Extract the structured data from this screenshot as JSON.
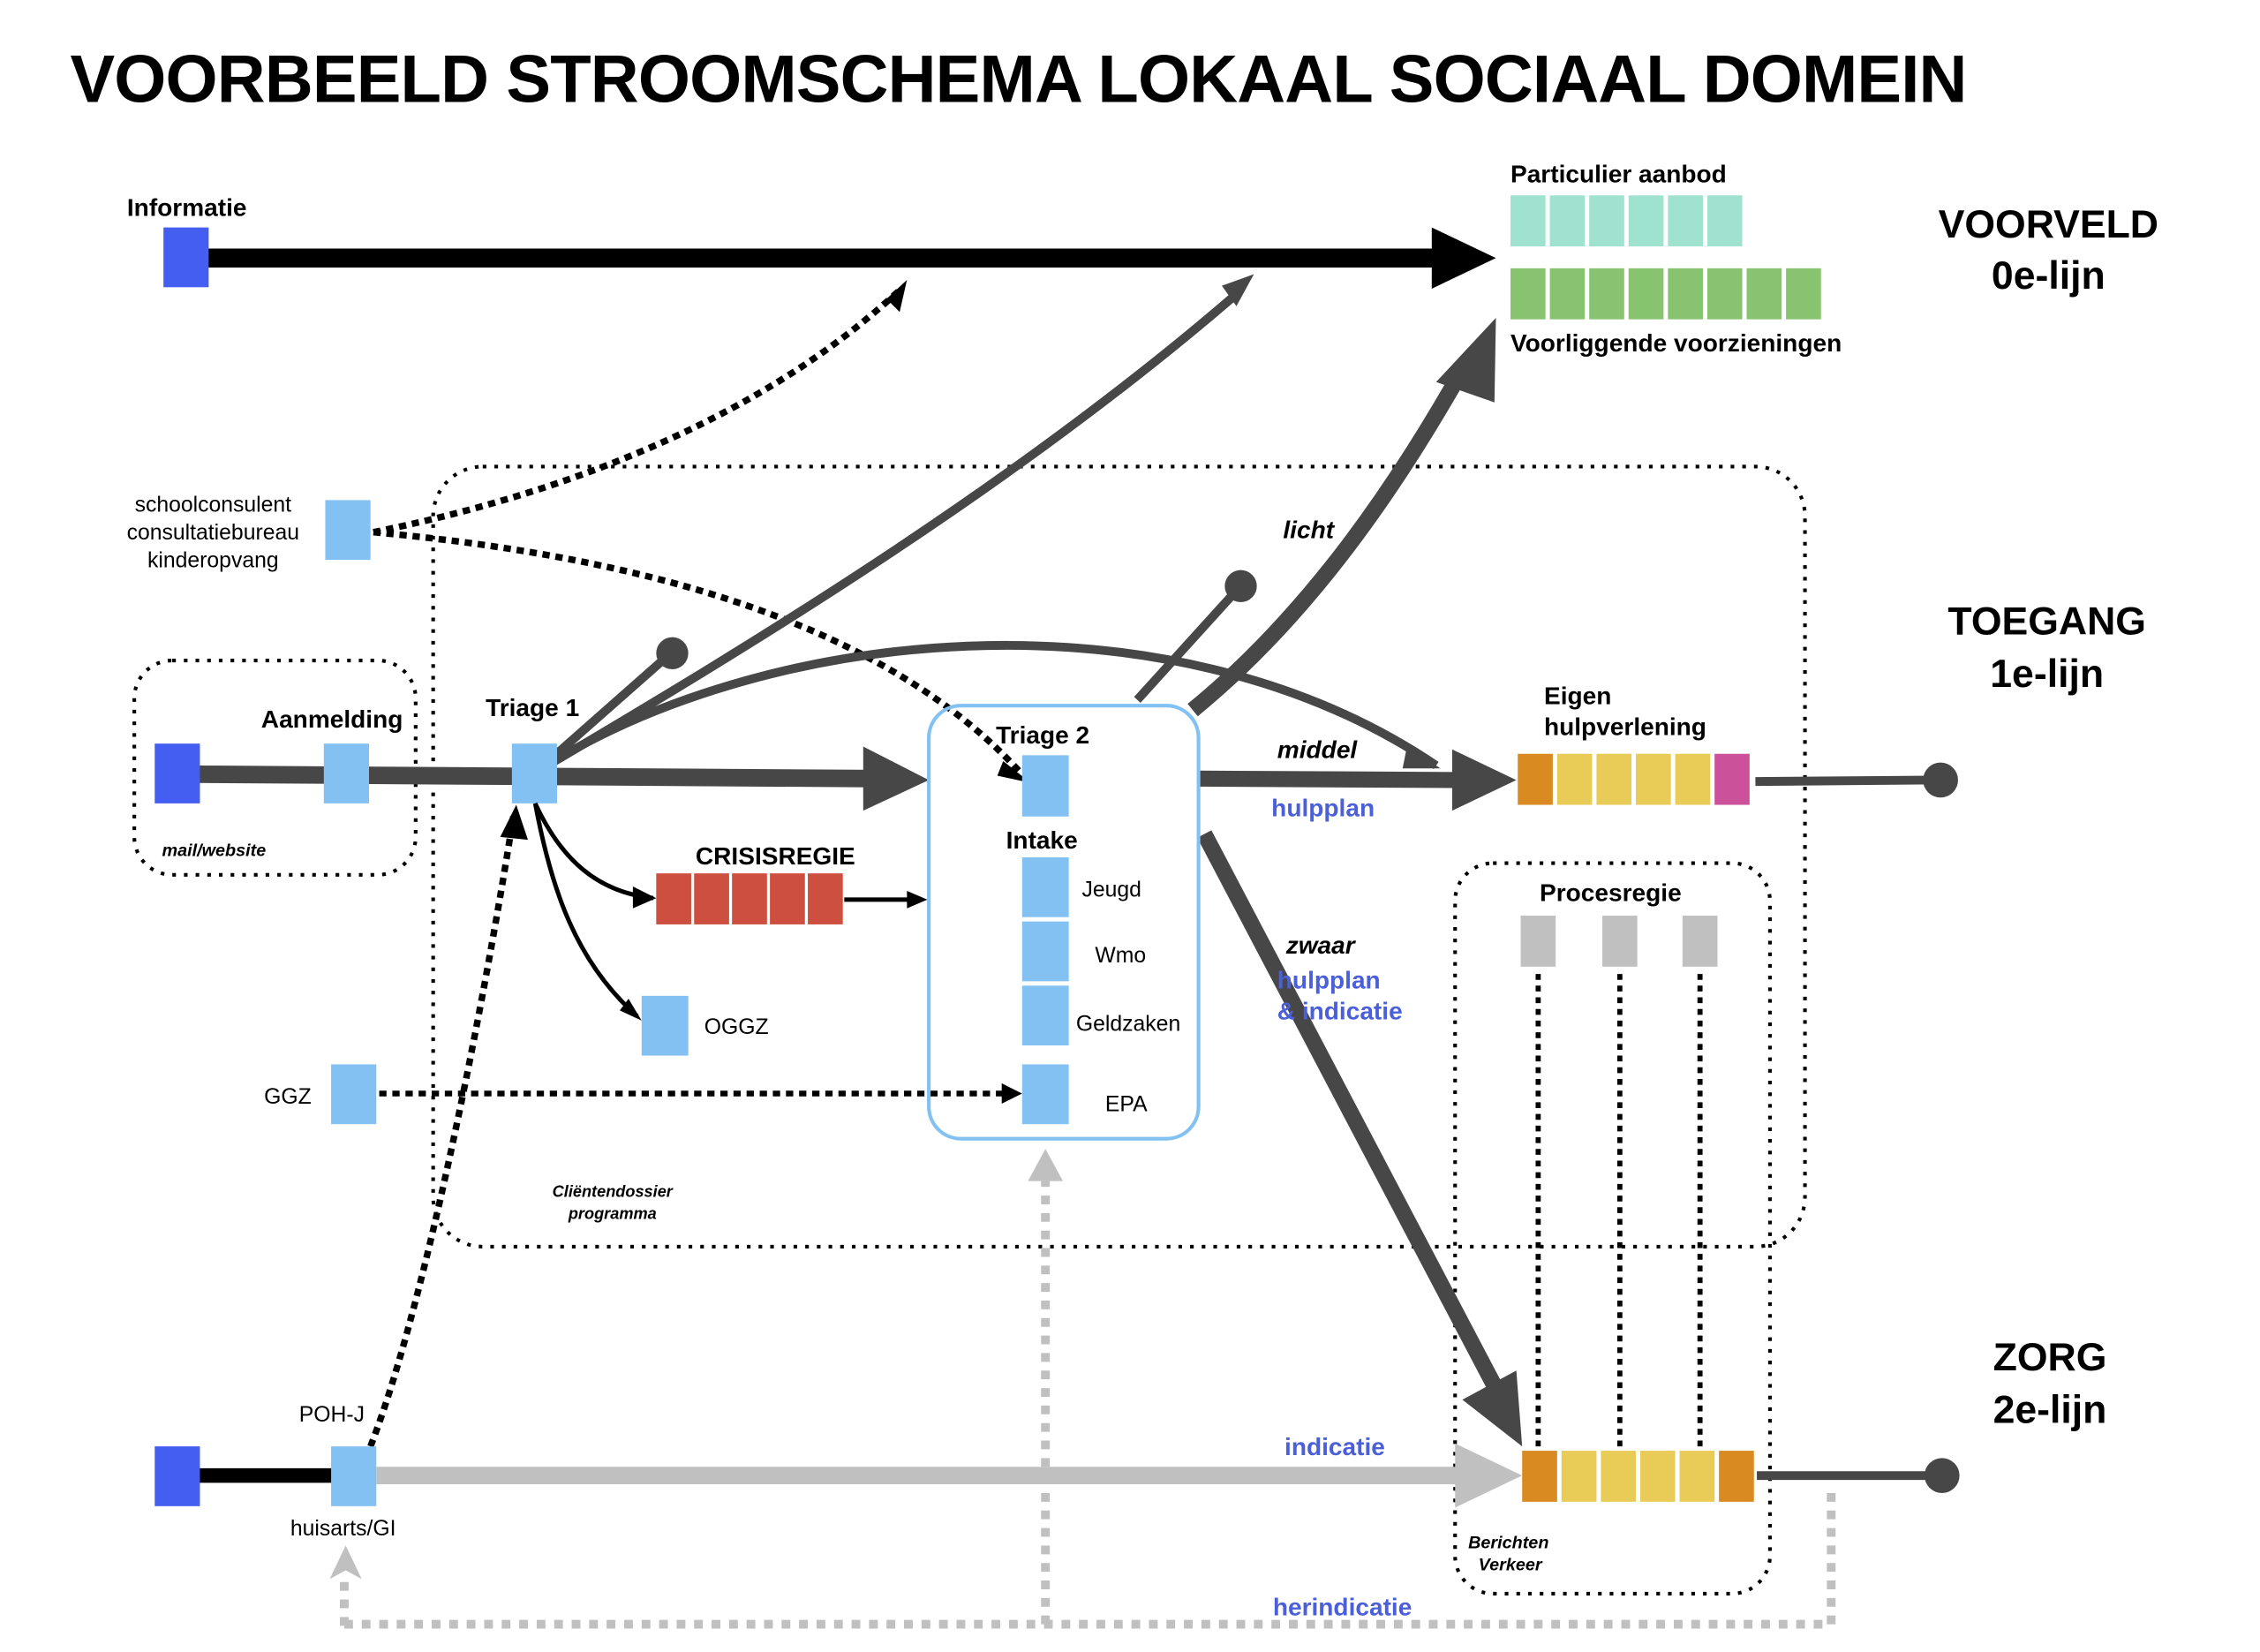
{
  "title": "VOORBEELD STROOMSCHEMA LOKAAL SOCIAAL DOMEIN",
  "levels": [
    {
      "name": "VOORVELD",
      "sub": "0e-lijn"
    },
    {
      "name": "TOEGANG",
      "sub": "1e-lijn"
    },
    {
      "name": "ZORG",
      "sub": "2e-lijn"
    }
  ],
  "colors": {
    "entry_blue": "#435ef0",
    "node_blue": "#83c1f2",
    "flow_dark": "#474747",
    "teal": "#9fe2cf",
    "green": "#88c46f",
    "crisis_red": "#cc4f40",
    "orange": "#d98b22",
    "yellow": "#e9cb58",
    "magenta": "#cc519b",
    "grey": "#c0c0c0",
    "text_blue": "#4a5fd9"
  },
  "voorveld": {
    "informatie": "Informatie",
    "particulier_aanbod": "Particulier aanbod",
    "particulier_cells": 6,
    "voorliggende_voorzieningen": "Voorliggende voorzieningen",
    "voorliggende_cells": 8
  },
  "toegang": {
    "signaleerders": [
      "schoolconsulent",
      "consultatiebureau",
      "kinderopvang"
    ],
    "aanmelding": "Aanmelding",
    "aanmelding_channel": "mail/website",
    "triage1": "Triage 1",
    "crisisregie": "CRISISREGIE",
    "crisis_cells": 5,
    "oggz": "OGGZ",
    "ggz": "GGZ",
    "triage2": "Triage 2",
    "intake": "Intake",
    "intake_domains": [
      "Jeugd",
      "Wmo",
      "Geldzaken",
      "EPA"
    ],
    "clientendossier": [
      "Cliëntendossier",
      "programma"
    ],
    "flow_labels": {
      "licht": "licht",
      "middel": "middel",
      "middel_sub": "hulpplan",
      "zwaar": "zwaar",
      "zwaar_sub": [
        "hulpplan",
        "& indicatie"
      ]
    },
    "eigen_hulpverlening": [
      "Eigen",
      "hulpverlening"
    ]
  },
  "zorg": {
    "poh_j": "POH-J",
    "huisarts": "huisarts/GI",
    "procesregie": "Procesregie",
    "procesregie_nodes": 3,
    "berichtenverkeer": [
      "Berichten",
      "Verkeer"
    ],
    "indicatie": "indicatie",
    "herindicatie": "herindicatie"
  }
}
